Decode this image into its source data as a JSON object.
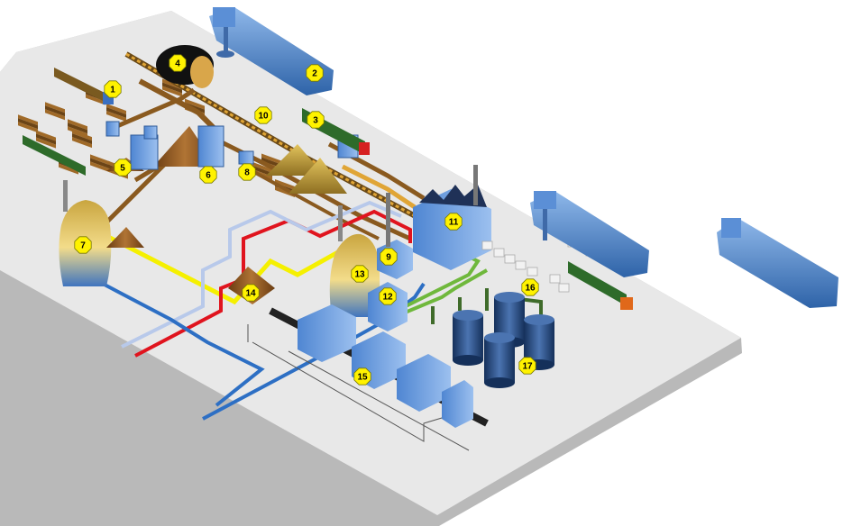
{
  "colors": {
    "platform": "#e8e8e8",
    "platform_edge": "#b9b9b9",
    "blue_equipment": "#5b8fd6",
    "wood": "#8a5a1f",
    "sawdust": "#c8a24a",
    "yellow_line": "#f5f000",
    "red_line": "#e0141e",
    "light_blue_line": "#b8c9ea",
    "blue_line": "#2d6fc4",
    "green_line": "#6fb83c",
    "tank": "#1e3a66",
    "label_fill": "#fff200"
  },
  "labels": [
    "1",
    "2",
    "3",
    "4",
    "5",
    "6",
    "7",
    "8",
    "9",
    "10",
    "11",
    "12",
    "13",
    "14",
    "15",
    "16",
    "17"
  ],
  "icons": {
    "ship": "cargo-ship-icon",
    "train": "freight-train-icon",
    "log_pile": "log-pile-icon",
    "silo": "silo-icon",
    "tank": "storage-tank-icon",
    "turbine": "turbine-generator-icon"
  }
}
